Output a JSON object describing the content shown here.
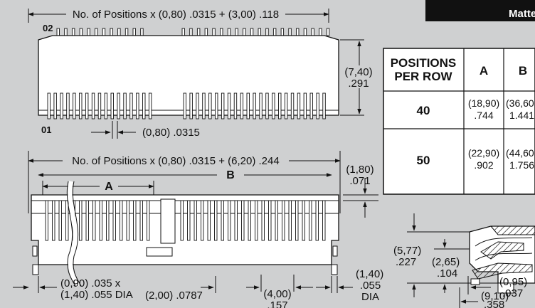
{
  "corner_banner": {
    "text": "Matte"
  },
  "top_view": {
    "dimension": "No. of Positions x (0,80) .0315 + (3,00) .118",
    "pin2_label": "02",
    "pin1_label": "01",
    "pitch_label": "(0,80) .0315",
    "height_label_mm": "(7,40)",
    "height_label_in": ".291"
  },
  "table": {
    "headers": [
      "POSITIONS PER ROW",
      "A",
      "B"
    ],
    "rows": [
      {
        "positions": "40",
        "a_mm": "(18,90)",
        "a_in": ".744",
        "b_mm": "(36,60",
        "b_in": "1.441"
      },
      {
        "positions": "50",
        "a_mm": "(22,90)",
        "a_in": ".902",
        "b_mm": "(44,60",
        "b_in": "1.756"
      }
    ]
  },
  "front_view": {
    "dimension": "No. of Positions x (0,80) .0315 + (6,20) .244",
    "label_a": "A",
    "label_b": "B",
    "dim_1_80_mm": "(1,80)",
    "dim_1_80_in": ".071",
    "hole_line1": "(0,90) .035 x",
    "hole_line2": "(1,40) .055 DIA",
    "dim_2_00": "(2,00) .0787",
    "dim_4_00_mm": "(4,00)",
    "dim_4_00_in": ".157",
    "dim_1_40_mm": "(1,40)",
    "dim_1_40_in": ".055",
    "dim_1_40_dia": "DIA"
  },
  "side_view": {
    "dim_5_77_mm": "(5,77)",
    "dim_5_77_in": ".227",
    "dim_2_65_mm": "(2,65)",
    "dim_2_65_in": ".104",
    "dim_0_95_mm": "(0,95)",
    "dim_0_95_in": ".037",
    "dim_9_10_mm": "(9,10)",
    "dim_9_10_in": ".358"
  }
}
